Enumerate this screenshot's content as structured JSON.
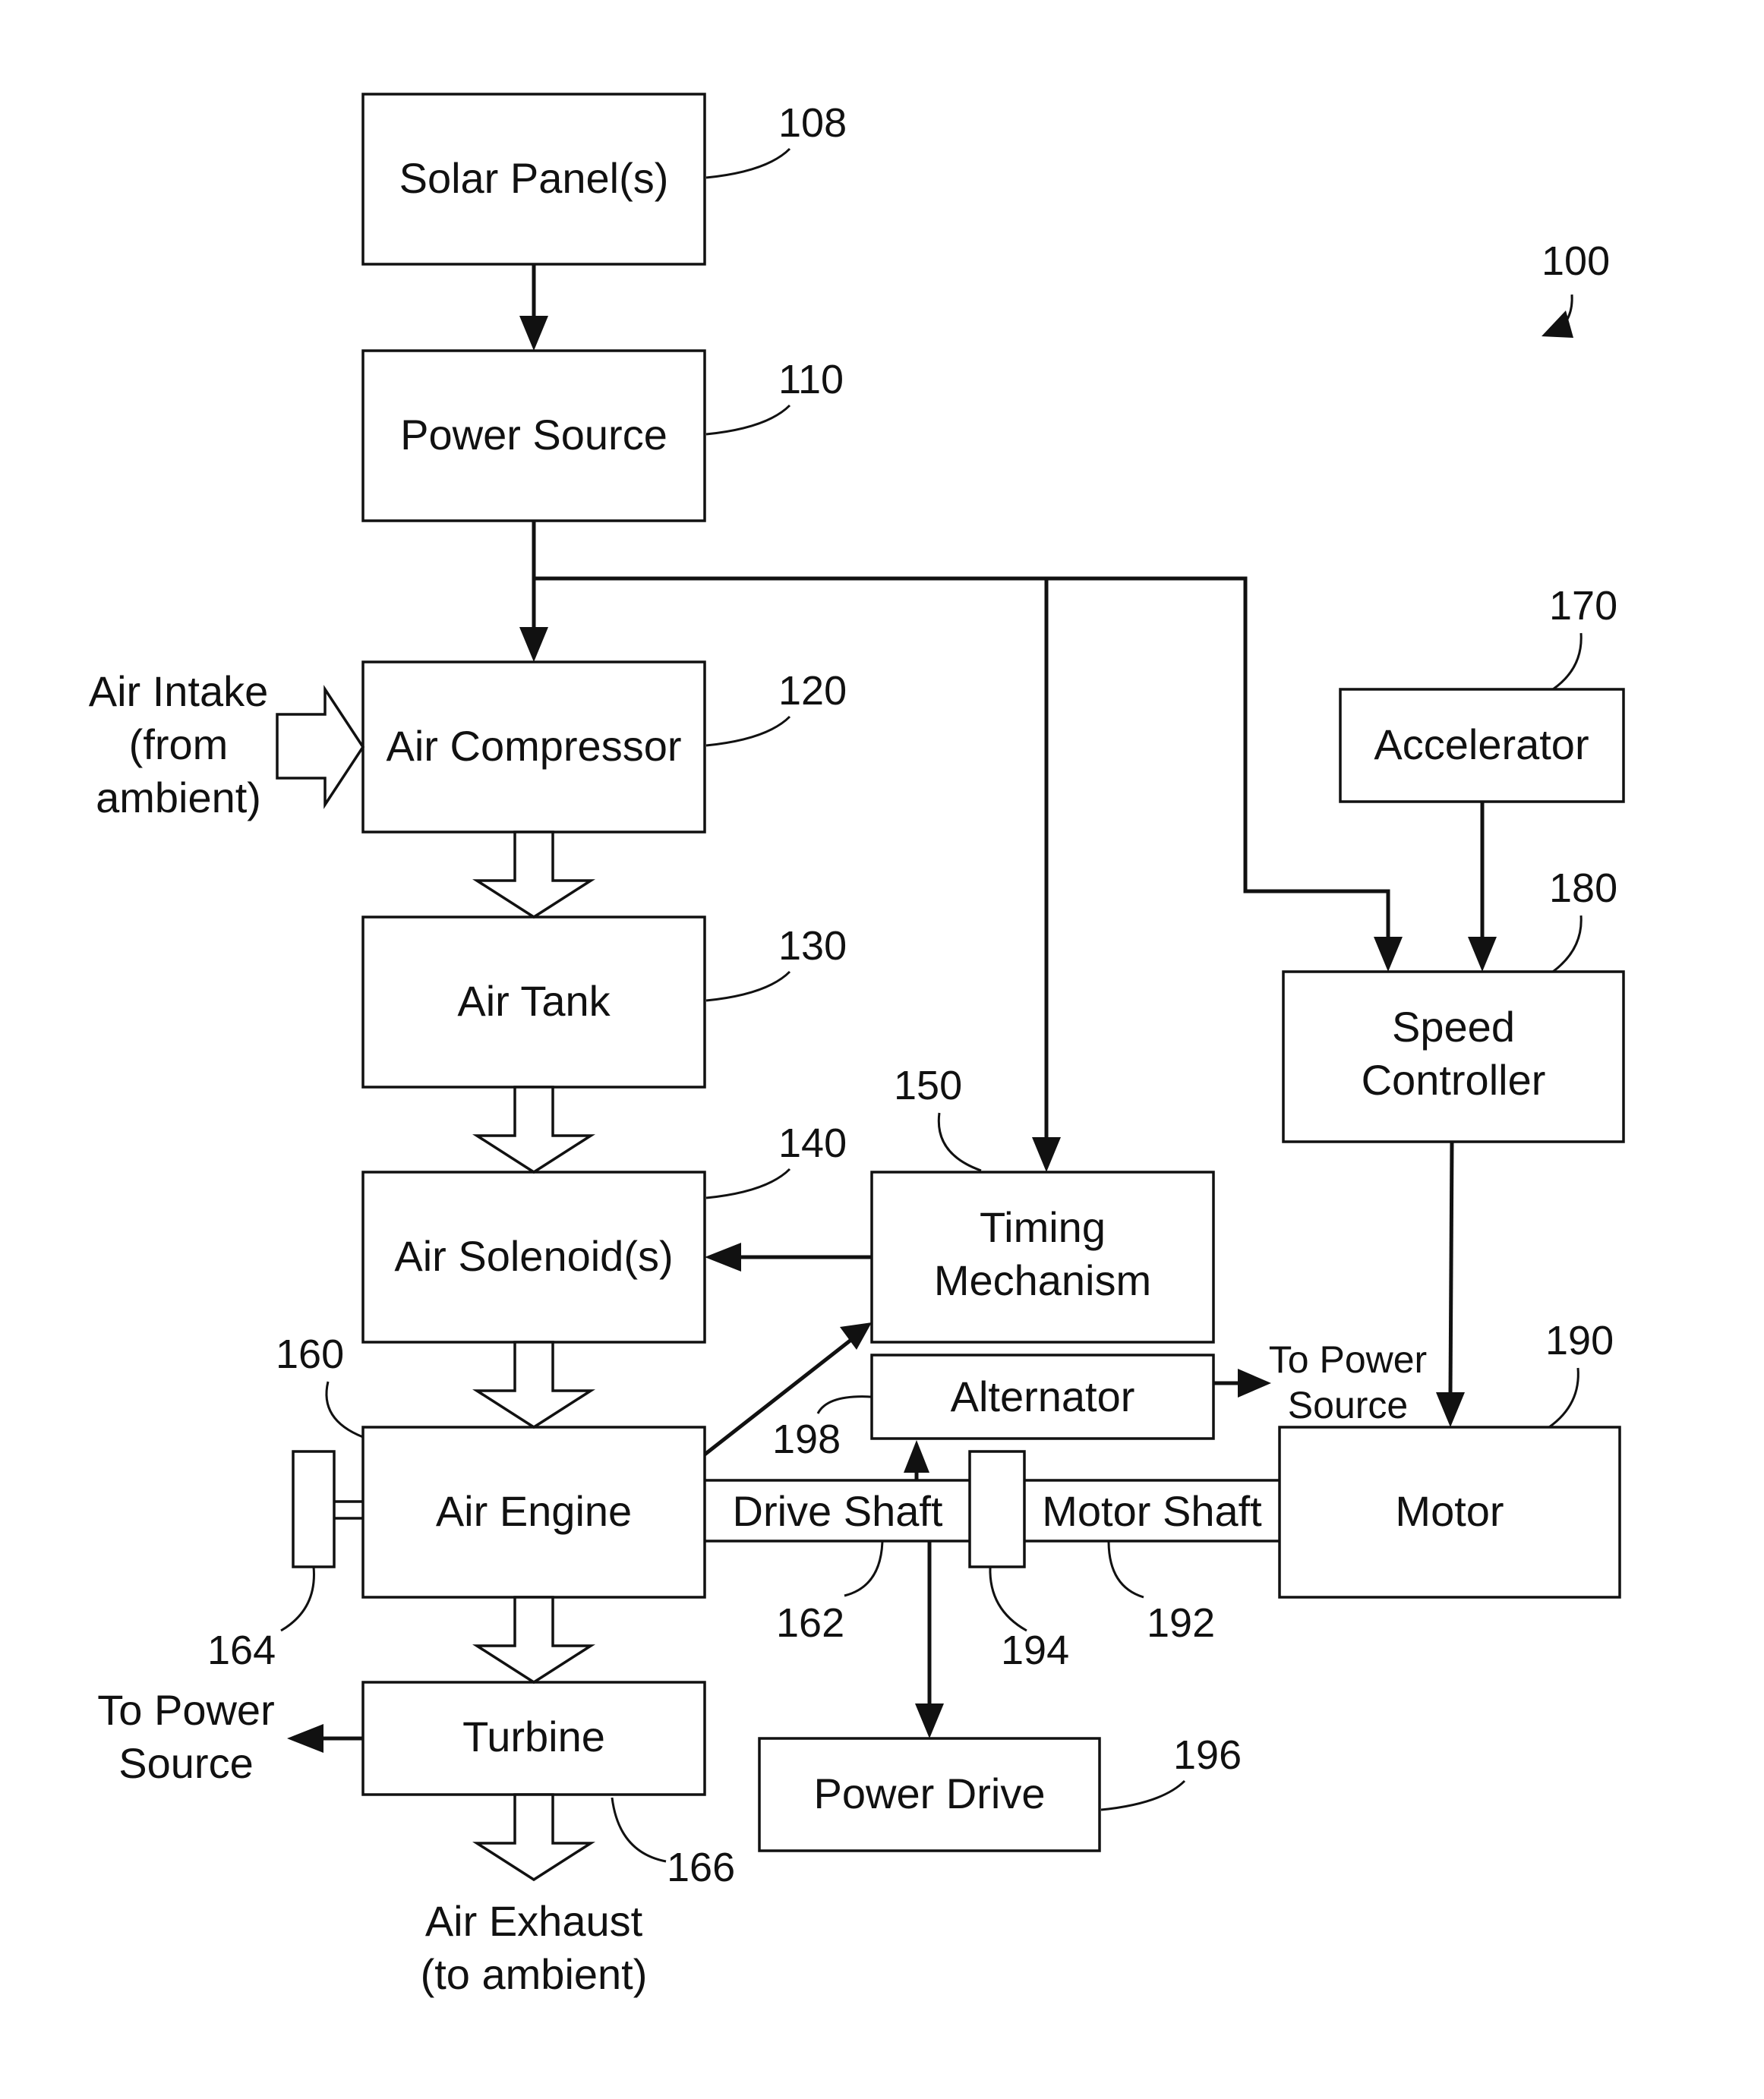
{
  "figure_ref": "100",
  "blocks": {
    "solar_panels": {
      "label": "Solar Panel(s)",
      "ref": "108"
    },
    "power_source": {
      "label": "Power Source",
      "ref": "110"
    },
    "air_compressor": {
      "label": "Air Compressor",
      "ref": "120"
    },
    "air_tank": {
      "label": "Air Tank",
      "ref": "130"
    },
    "air_solenoids": {
      "label": "Air Solenoid(s)",
      "ref": "140"
    },
    "timing_mechanism": {
      "line1": "Timing",
      "line2": "Mechanism",
      "ref": "150"
    },
    "air_engine": {
      "label": "Air Engine",
      "ref": "160"
    },
    "accelerator": {
      "label": "Accelerator",
      "ref": "170"
    },
    "speed_controller": {
      "line1": "Speed",
      "line2": "Controller",
      "ref": "180"
    },
    "alternator": {
      "label": "Alternator",
      "ref": "198"
    },
    "motor": {
      "label": "Motor",
      "ref": "190"
    },
    "turbine": {
      "label": "Turbine",
      "ref": "166"
    },
    "power_drive": {
      "label": "Power Drive",
      "ref": "196"
    }
  },
  "shafts": {
    "drive_shaft": {
      "label": "Drive Shaft",
      "ref": "162"
    },
    "motor_shaft": {
      "label": "Motor Shaft",
      "ref": "192"
    },
    "coupling_ref": "194",
    "flywheel_ref": "164"
  },
  "annotations": {
    "air_intake": {
      "line1": "Air Intake",
      "line2": "(from",
      "line3": "ambient)"
    },
    "alternator_out": {
      "line1": "To Power",
      "line2": "Source"
    },
    "turbine_out": {
      "line1": "To Power",
      "line2": "Source"
    },
    "air_exhaust": {
      "line1": "Air Exhaust",
      "line2": "(to ambient)"
    }
  }
}
